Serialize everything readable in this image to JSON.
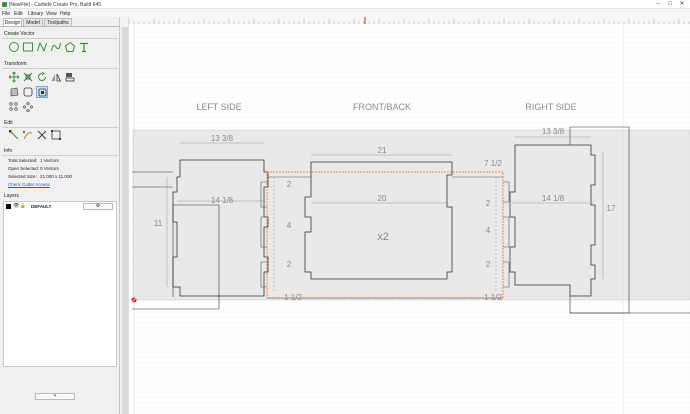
{
  "window": {
    "title": "[NewFile] - Carbide Create Pro, Build 645",
    "minimize": "–",
    "maximize": "□",
    "close": "✕"
  },
  "menu": [
    "File",
    "Edit",
    "Library",
    "View",
    "Help"
  ],
  "tabs": [
    "Design",
    "Model",
    "Toolpaths"
  ],
  "sections": {
    "create_vector": "Create Vector",
    "transform": "Transform",
    "edit": "Edit",
    "info": "Info",
    "layers": "Layers"
  },
  "icons": {
    "create_vector": [
      "circle-icon",
      "rectangle-icon",
      "polyline-icon",
      "curve-icon",
      "polygon-icon",
      "text-icon"
    ],
    "transform": [
      "move-icon",
      "resize-icon",
      "rotate-icon",
      "mirror-icon",
      "align-icon",
      "offset-icon",
      "boolean-union-icon",
      "boolean-subtract-icon",
      "boolean-intersect-icon",
      "array-icon",
      "circular-array-icon"
    ],
    "edit": [
      "node-edit-icon",
      "trim-icon",
      "cut-icon",
      "join-icon"
    ]
  },
  "info": {
    "total_selected_label": "Total Selected:",
    "total_selected_value": "1 Vectors",
    "open_selected_label": "Open Selected:",
    "open_selected_value": "0 Vectors",
    "selected_size_label": "Selected Size:",
    "selected_size_value": "21.000 x 11.000",
    "check_cutter_access": "Check Cutter Access"
  },
  "layers": {
    "items": [
      {
        "name": "DEFAULT",
        "color": "#000000"
      }
    ],
    "gear": "⚙",
    "add": "+"
  },
  "canvas": {
    "headings": {
      "left_side": "LEFT SIDE",
      "front_back": "FRONT/BACK",
      "right_side": "RIGHT SIDE"
    },
    "dimensions": {
      "left_top": "13 3/8",
      "left_inner": "14 1/8",
      "left_height": "11",
      "front_top": "21",
      "front_inner": "20",
      "front_count": "x2",
      "front_corner": "7 1/2",
      "front_bottom_left": "1 1/2",
      "front_bottom_right": "1 1/2",
      "slot_a": "2",
      "slot_b": "4",
      "slot_c": "2",
      "right_top": "13 3/8",
      "right_inner": "14 1/8",
      "right_height": "17"
    }
  },
  "colors": {
    "accent_green": "#3b8e3b",
    "selection_orange": "#e8742c",
    "origin_red": "#d22222",
    "ruler_marker": "#d22222"
  }
}
